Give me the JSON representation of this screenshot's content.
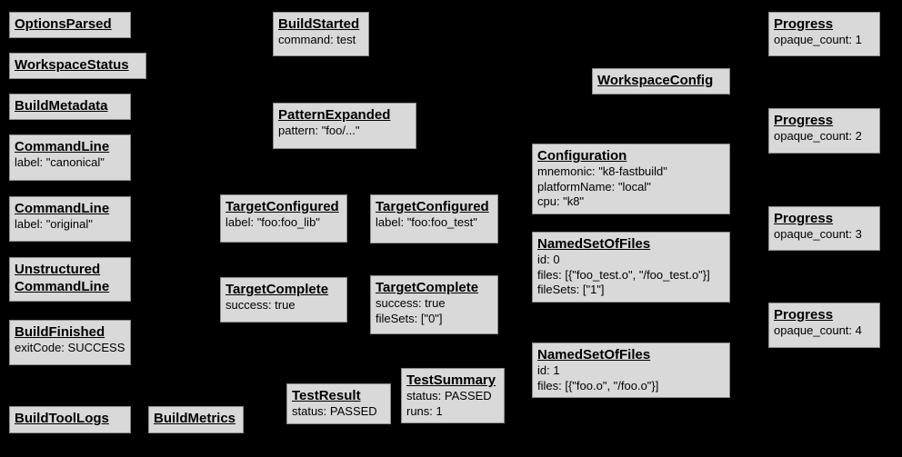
{
  "diagram": {
    "description": "Build Event Protocol event graph",
    "colors": {
      "background": "#000000",
      "node_fill": "#d9d9d9",
      "node_border": "#8c8c8c",
      "text": "#000000"
    },
    "nodes": [
      {
        "title": "OptionsParsed",
        "lines": []
      },
      {
        "title": "WorkspaceStatus",
        "lines": []
      },
      {
        "title": "BuildMetadata",
        "lines": []
      },
      {
        "title": "CommandLine",
        "lines": [
          "label: \"canonical\""
        ]
      },
      {
        "title": "CommandLine",
        "lines": [
          "label: \"original\""
        ]
      },
      {
        "title": "Unstructured\nCommandLine",
        "lines": []
      },
      {
        "title": "BuildFinished",
        "lines": [
          "exitCode: SUCCESS"
        ]
      },
      {
        "title": "BuildToolLogs",
        "lines": []
      },
      {
        "title": "BuildMetrics",
        "lines": []
      },
      {
        "title": "BuildStarted",
        "lines": [
          "command: test"
        ]
      },
      {
        "title": "PatternExpanded",
        "lines": [
          "pattern: \"foo/...\""
        ]
      },
      {
        "title": "TargetConfigured",
        "lines": [
          "label: \"foo:foo_lib\""
        ]
      },
      {
        "title": "TargetConfigured",
        "lines": [
          "label: \"foo:foo_test\""
        ]
      },
      {
        "title": "TargetComplete",
        "lines": [
          "success: true"
        ]
      },
      {
        "title": "TargetComplete",
        "lines": [
          "success: true",
          "fileSets: [\"0\"]"
        ]
      },
      {
        "title": "TestResult",
        "lines": [
          "status: PASSED"
        ]
      },
      {
        "title": "TestSummary",
        "lines": [
          "status: PASSED",
          "runs: 1"
        ]
      },
      {
        "title": "WorkspaceConfig",
        "lines": []
      },
      {
        "title": "Configuration",
        "lines": [
          "mnemonic: \"k8-fastbuild\"",
          "platformName: \"local\"",
          "cpu: \"k8\""
        ]
      },
      {
        "title": "NamedSetOfFiles",
        "lines": [
          "id: 0",
          "files: [{\"foo_test.o\", \"/foo_test.o\"}]",
          "fileSets: [\"1\"]"
        ]
      },
      {
        "title": "NamedSetOfFiles",
        "lines": [
          "id: 1",
          "files: [{\"foo.o\", \"/foo.o\"}]"
        ]
      },
      {
        "title": "Progress",
        "lines": [
          "opaque_count: 1"
        ]
      },
      {
        "title": "Progress",
        "lines": [
          "opaque_count: 2"
        ]
      },
      {
        "title": "Progress",
        "lines": [
          "opaque_count: 3"
        ]
      },
      {
        "title": "Progress",
        "lines": [
          "opaque_count: 4"
        ]
      }
    ]
  }
}
